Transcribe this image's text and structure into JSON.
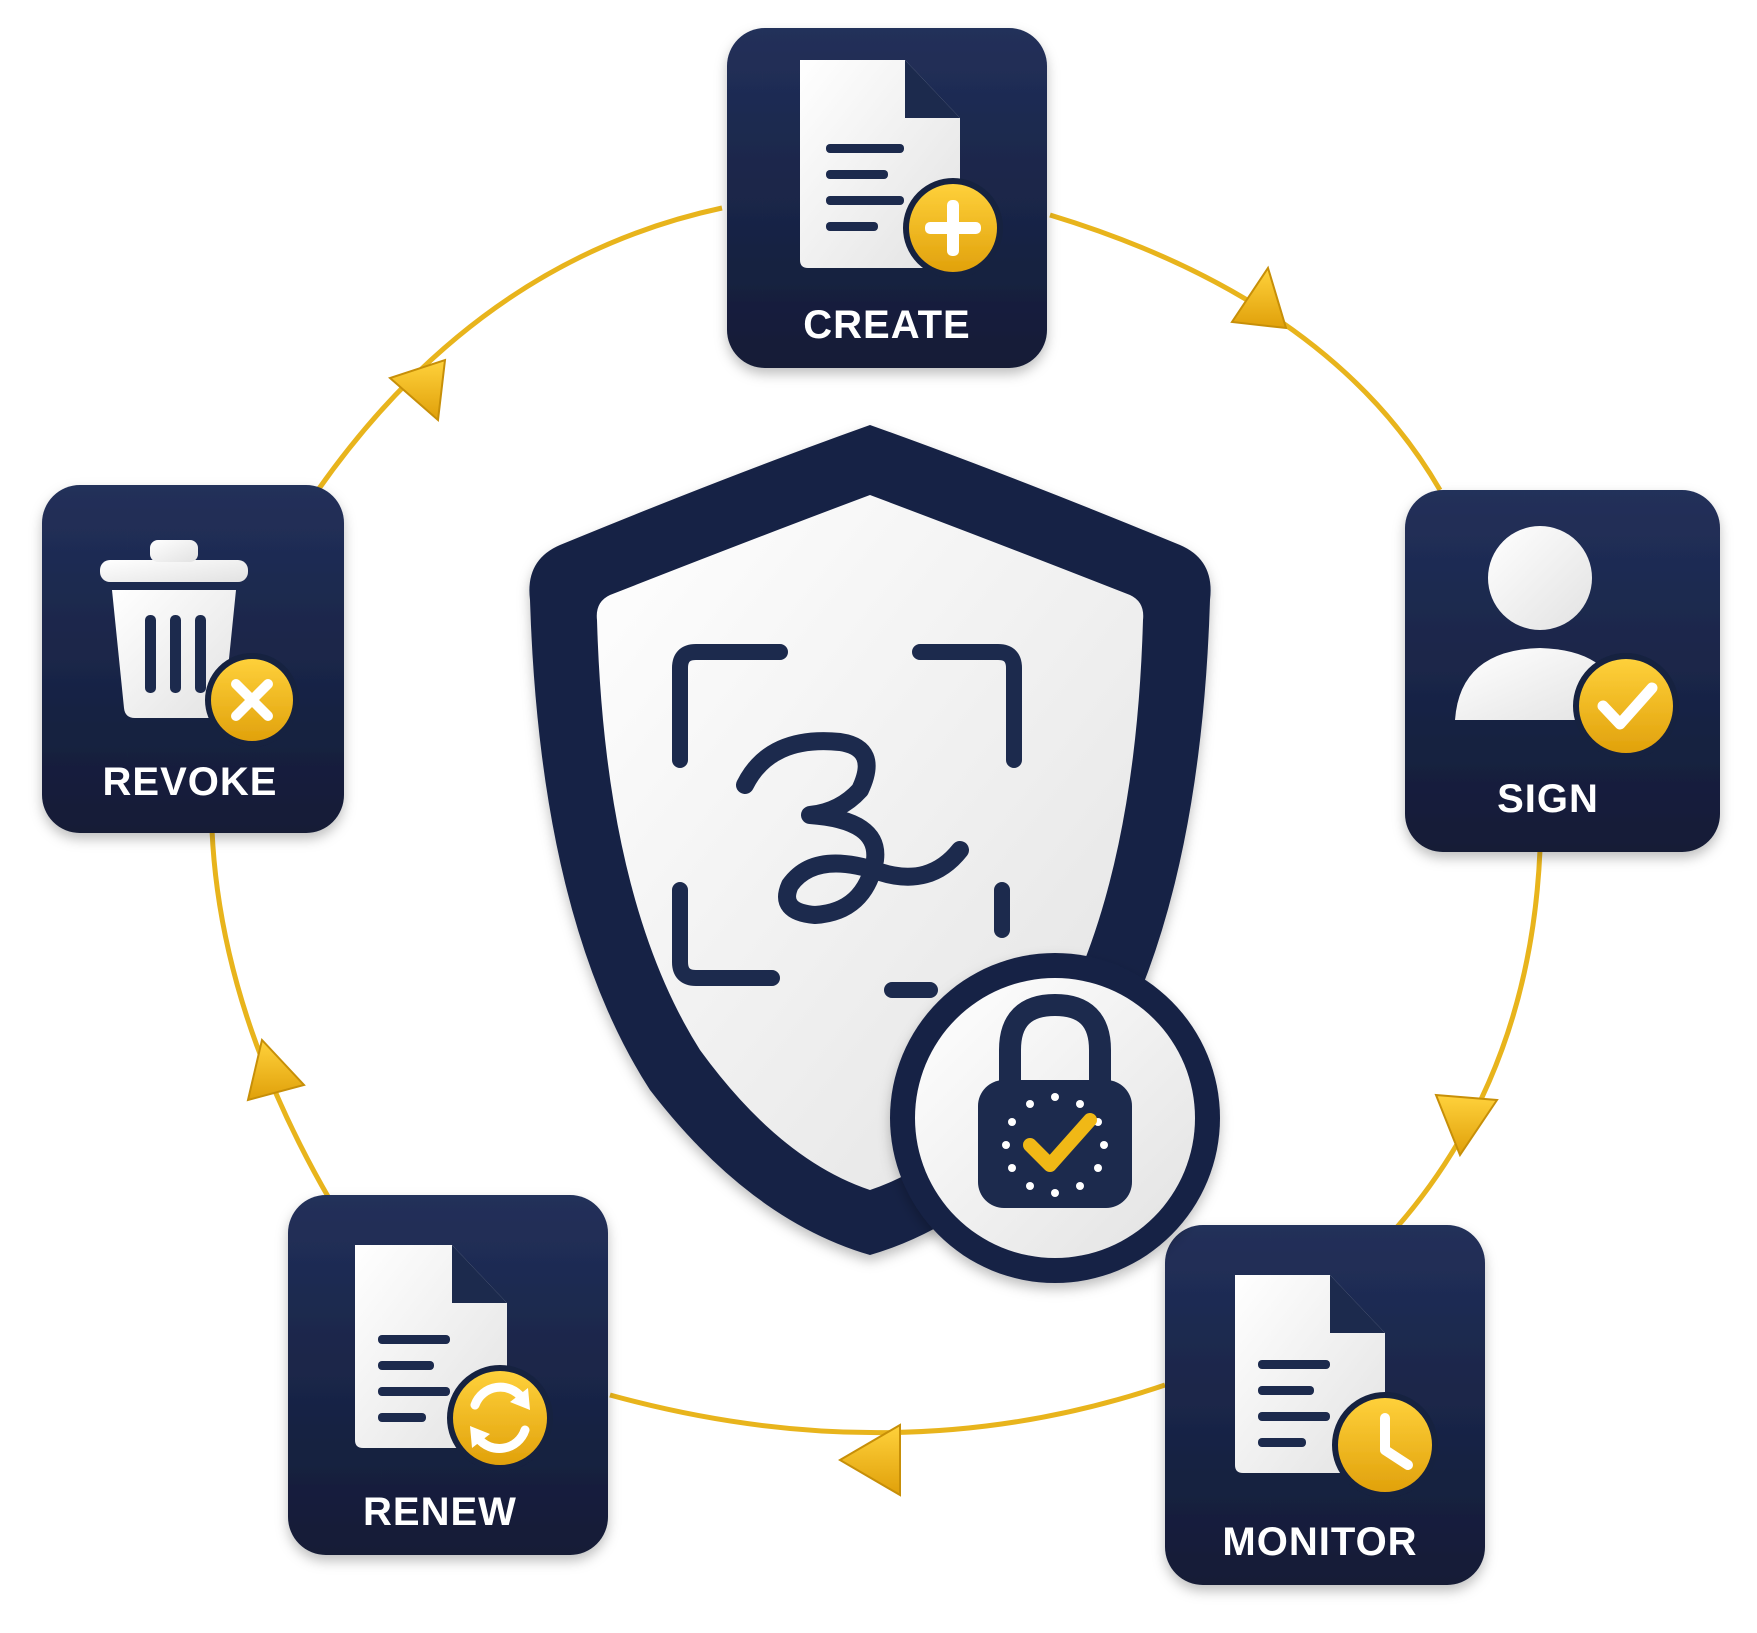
{
  "colors": {
    "navy": "#16213f",
    "navy_light": "#243257",
    "gold": "#f0b818",
    "gold_dark": "#c78f08",
    "paper": "#f4f4f4",
    "ring": "#ecb81f"
  },
  "cycle": {
    "steps": [
      {
        "id": "create",
        "label": "CREATE",
        "icon": "document-plus-icon",
        "badge": "plus"
      },
      {
        "id": "sign",
        "label": "SIGN",
        "icon": "user-check-icon",
        "badge": "check"
      },
      {
        "id": "monitor",
        "label": "MONITOR",
        "icon": "document-clock-icon",
        "badge": "clock"
      },
      {
        "id": "renew",
        "label": "RENEW",
        "icon": "document-refresh-icon",
        "badge": "refresh"
      },
      {
        "id": "revoke",
        "label": "REVOKE",
        "icon": "trash-x-icon",
        "badge": "x"
      }
    ],
    "direction": "clockwise"
  },
  "center": {
    "shield_icon": "shield-signature-scan-icon",
    "lock_icon": "lock-check-icon"
  }
}
